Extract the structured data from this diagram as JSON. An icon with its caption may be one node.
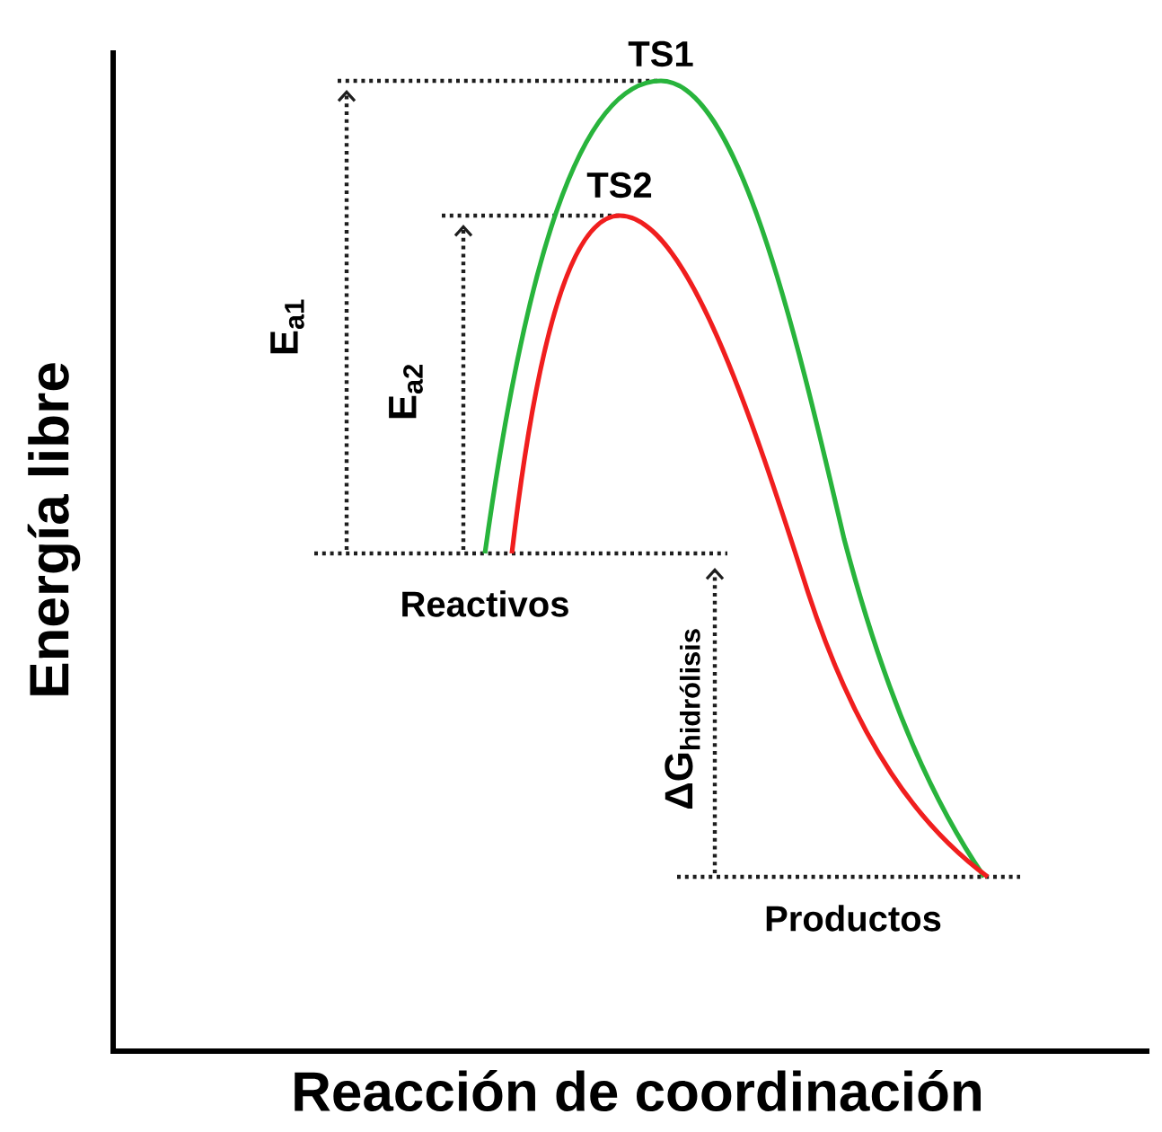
{
  "diagram": {
    "labels": [
      "TS1",
      "TS2",
      "E$_{a1}$",
      "E$_{a2}$",
      "Reactivos",
      "\\textbf{ΔG}_{\\textbf{hidrólisis}}",
      "Productos",
      "Energía libre",
      "Reacción de coordinación"
    ]
  }
}
